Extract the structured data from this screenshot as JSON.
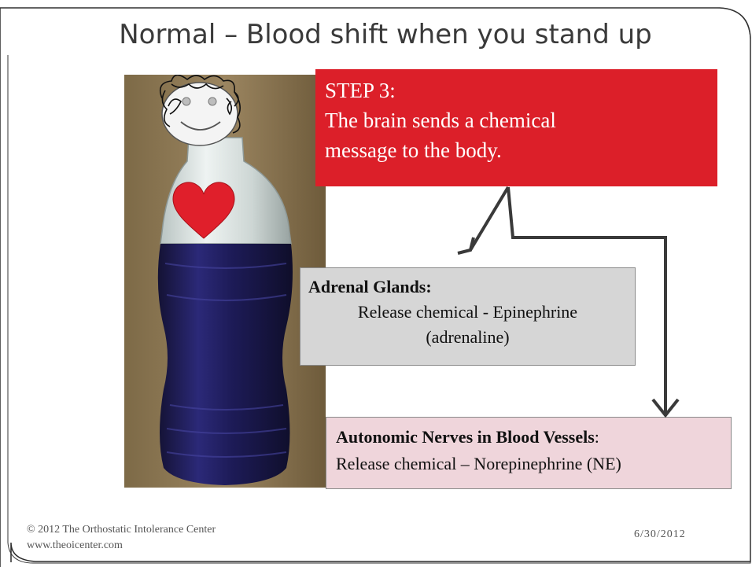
{
  "slide": {
    "title": "Normal – Blood shift when you stand up"
  },
  "step": {
    "line1": "STEP 3:",
    "line2": "The brain sends a chemical",
    "line3": "message to the body."
  },
  "adrenal": {
    "heading": "Adrenal Glands:",
    "line1": "Release chemical - Epinephrine",
    "line2": "(adrenaline)"
  },
  "nerves": {
    "heading": "Autonomic Nerves in Blood Vessels",
    "colon": ":",
    "line2": "Release chemical – Norepinephrine (NE)"
  },
  "footer": {
    "copyright": "© 2012 The Orthostatic Intolerance Center",
    "website": "www.theoicenter.com",
    "date": "6/30/2012"
  },
  "colors": {
    "step_box": "#dc1f29",
    "adrenal_box": "#d6d6d6",
    "nerves_box": "#efd5db",
    "heart": "#e01f2b",
    "liquid": "#23215e"
  }
}
